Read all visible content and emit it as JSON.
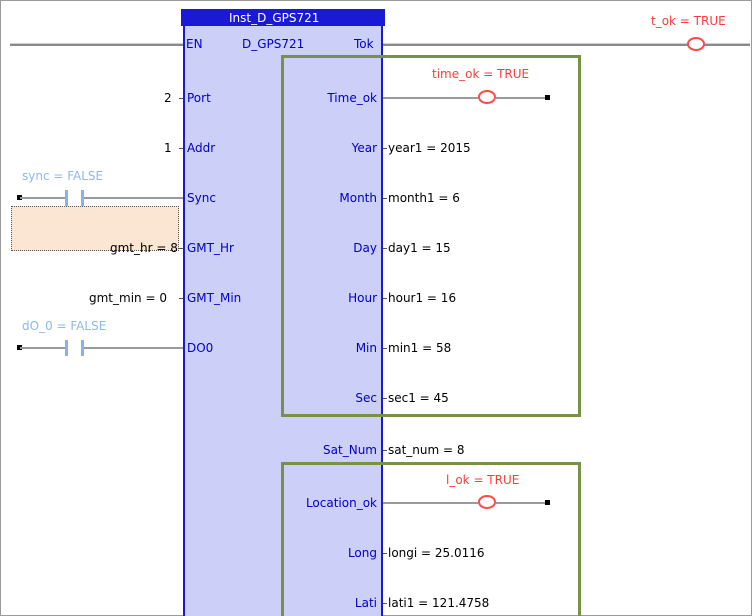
{
  "block": {
    "instance_name": "Inst_D_GPS721",
    "type_name": "D_GPS721",
    "en_label": "EN",
    "tok_label": "Tok"
  },
  "inputs": [
    {
      "pin": "Port",
      "value": "2"
    },
    {
      "pin": "Addr",
      "value": "1"
    },
    {
      "pin": "Sync",
      "value": ""
    },
    {
      "pin": "GMT_Hr",
      "value": "gmt_hr = 8"
    },
    {
      "pin": "GMT_Min",
      "value": "gmt_min = 0"
    },
    {
      "pin": "DO0",
      "value": ""
    }
  ],
  "contacts": {
    "sync": "sync = FALSE",
    "do0": "dO_0 = FALSE"
  },
  "outputs": [
    {
      "pin": "Time_ok",
      "value": ""
    },
    {
      "pin": "Year",
      "value": "year1 = 2015"
    },
    {
      "pin": "Month",
      "value": "month1 = 6"
    },
    {
      "pin": "Day",
      "value": "day1 = 15"
    },
    {
      "pin": "Hour",
      "value": "hour1 = 16"
    },
    {
      "pin": "Min",
      "value": "min1 = 58"
    },
    {
      "pin": "Sec",
      "value": "sec1 = 45"
    },
    {
      "pin": "Sat_Num",
      "value": "sat_num = 8"
    },
    {
      "pin": "Location_ok",
      "value": ""
    },
    {
      "pin": "Long",
      "value": "longi = 25.0116"
    },
    {
      "pin": "Lati",
      "value": "lati1 = 121.4758"
    }
  ],
  "coils": {
    "t_ok": "t_ok = TRUE",
    "time_ok": "time_ok = TRUE",
    "l_ok": "l_ok = TRUE"
  },
  "colors": {
    "block_border": "#1a1ad6",
    "block_fill": "#cccff7",
    "highlight_box": "#779147",
    "true_text": "#ff3b3b",
    "false_text": "#8fb7ef",
    "selected_fill": "#fbe6d3"
  }
}
